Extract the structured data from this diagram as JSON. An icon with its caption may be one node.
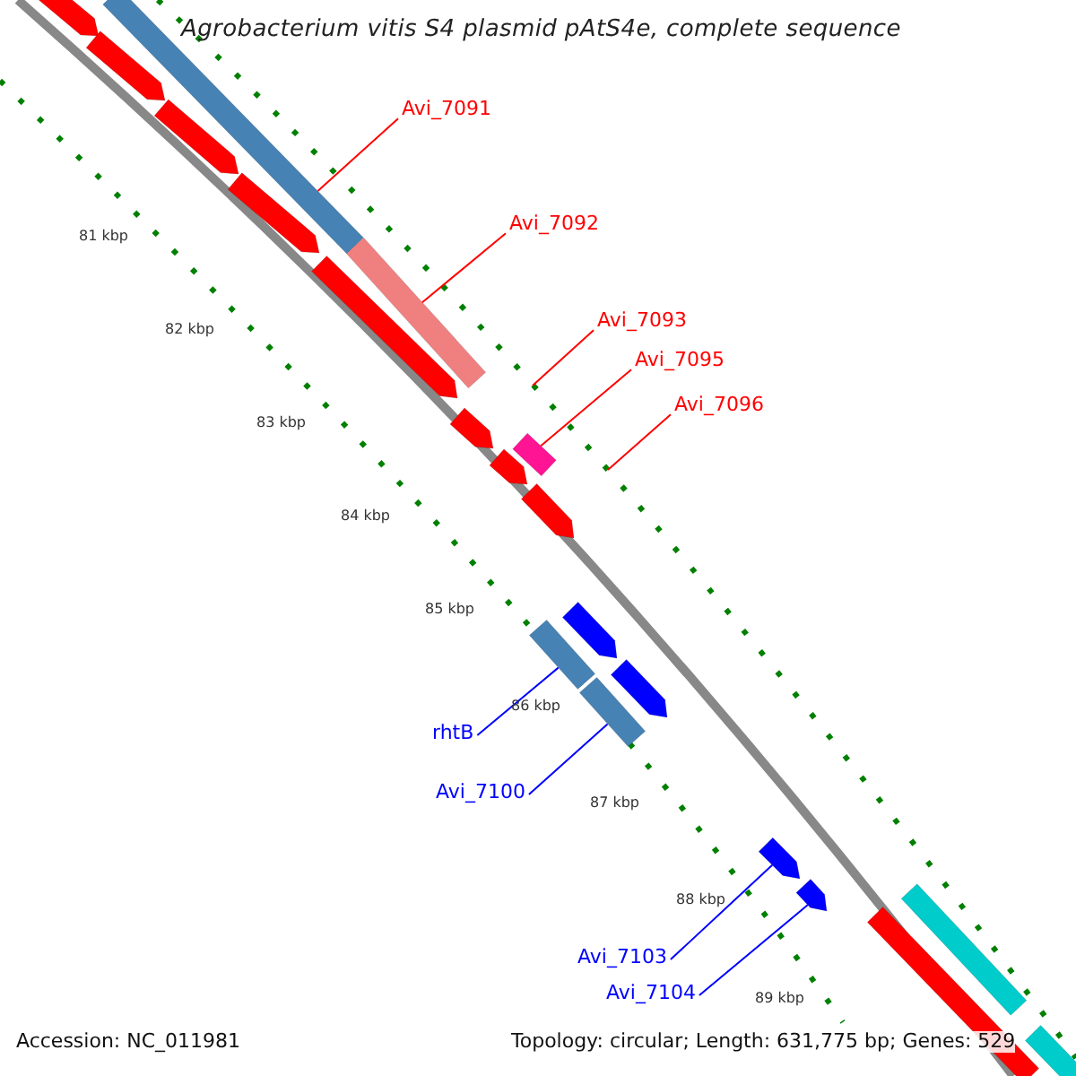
{
  "diagram": {
    "title": "Agrobacterium vitis S4 plasmid pAtS4e, complete sequence",
    "nodes": [
      {
        "text": [
          "Avi_7091"
        ]
      },
      {
        "text": [],
        "shape": "bar"
      },
      {
        "text": [
          "Avi_7092"
        ]
      },
      {
        "text": [],
        "shape": "bar"
      },
      {
        "text": [
          "Avi_7093"
        ]
      },
      {
        "text": [
          "Avi_7095"
        ]
      },
      {
        "text": [],
        "shape": "bar"
      },
      {
        "text": [
          "Avi_7096"
        ]
      },
      {
        "text": [
          "rhtB"
        ]
      },
      {
        "text": [],
        "shape": "bar"
      },
      {
        "text": [
          "Avi_7100"
        ]
      },
      {
        "text": [],
        "shape": "bar"
      },
      {
        "text": [
          "Avi_7103"
        ]
      },
      {
        "text": [],
        "shape": "arrow"
      },
      {
        "text": [
          "Avi_7104"
        ]
      },
      {
        "text": [],
        "shape": "arrow"
      },
      {
        "text": [],
        "shape": "arrow"
      },
      {
        "text": [],
        "shape": "arrow"
      },
      {
        "text": [],
        "shape": "arrow"
      },
      {
        "text": [],
        "shape": "arrow"
      },
      {
        "text": [],
        "shape": "arrow"
      },
      {
        "text": [],
        "shape": "arrow"
      },
      {
        "text": [],
        "shape": "arrow"
      },
      {
        "text": [],
        "shape": "arrow"
      },
      {
        "text": [],
        "shape": "arrow"
      },
      {
        "text": [],
        "shape": "arrow"
      },
      {
        "text": [],
        "shape": "bar"
      },
      {
        "text": [],
        "shape": "bar"
      },
      {
        "text": [],
        "shape": "bar"
      }
    ],
    "edges": [
      {
        "from": 0,
        "to": 1,
        "arrow": "none"
      },
      {
        "from": 2,
        "to": 3,
        "arrow": "none"
      },
      {
        "from": 4,
        "to": null,
        "arrow": "none"
      },
      {
        "from": 5,
        "to": 6,
        "arrow": "none"
      },
      {
        "from": 7,
        "to": null,
        "arrow": "none"
      },
      {
        "from": 8,
        "to": 9,
        "arrow": "none",
        "color": "#0000ff"
      },
      {
        "from": 10,
        "to": 11,
        "arrow": "none",
        "color": "#0000ff"
      },
      {
        "from": 12,
        "to": 13,
        "arrow": "none",
        "color": "#0000ff"
      },
      {
        "from": 14,
        "to": 15,
        "arrow": "none",
        "color": "#0000ff"
      }
    ],
    "labels": [
      "81 kbp",
      "82 kbp",
      "83 kbp",
      "84 kbp",
      "85 kbp",
      "86 kbp",
      "87 kbp",
      "88 kbp",
      "89 kbp",
      "Accession: NC_011981",
      "Topology: circular; Length: 631,775 bp; Genes: 529"
    ]
  }
}
